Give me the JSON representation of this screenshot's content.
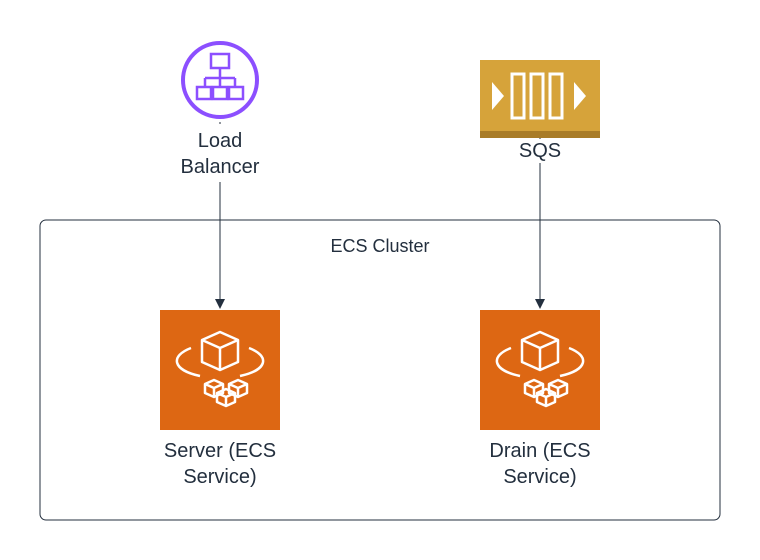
{
  "diagram": {
    "nodes": {
      "load_balancer": {
        "label_line1": "Load",
        "label_line2": "Balancer",
        "icon": "load-balancer-icon",
        "color": "#8c4fff"
      },
      "sqs": {
        "label": "SQS",
        "icon": "sqs-queue-icon",
        "color": "#d6a33a",
        "shadow_color": "#a97c28"
      },
      "server": {
        "label_line1": "Server (ECS",
        "label_line2": "Service)",
        "icon": "ecs-service-icon",
        "color": "#dd6713"
      },
      "drain": {
        "label_line1": "Drain (ECS",
        "label_line2": "Service)",
        "icon": "ecs-service-icon",
        "color": "#dd6713"
      }
    },
    "cluster": {
      "label": "ECS Cluster",
      "border_color": "#232f3e"
    },
    "edges": [
      {
        "from": "load_balancer",
        "to": "server"
      },
      {
        "from": "sqs",
        "to": "drain"
      }
    ],
    "colors": {
      "edge": "#232f3e",
      "text": "#232f3e",
      "background": "#ffffff"
    }
  }
}
